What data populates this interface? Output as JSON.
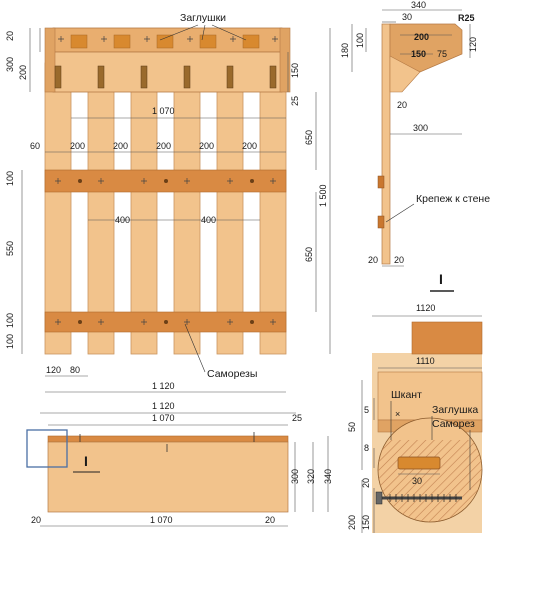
{
  "colors": {
    "wood": "#F2C38C",
    "wood_dark": "#E7A868",
    "rail": "#D98A43",
    "rail_dark": "#C9772F",
    "edge": "#B57A45",
    "section_bg": "#F3D2A6",
    "plug": "#D8892F",
    "highlight": "#4A6FA5",
    "line": "#555555"
  },
  "front": {
    "plugs_label": "Заглушки",
    "screws_label": "Саморезы",
    "dims": {
      "top_20": "20",
      "h_300": "300",
      "h_200": "200",
      "h_150": "150",
      "h_25": "25",
      "w_1070": "1 070",
      "left_60": "60",
      "gap_200_a": "200",
      "gap_200_b": "200",
      "gap_200_c": "200",
      "gap_200_d": "200",
      "gap_200_e": "200",
      "h_100_top": "100",
      "h_550": "550",
      "h_100_low": "100",
      "h_100_bot": "100",
      "w_400_a": "400",
      "w_400_b": "400",
      "h_650_top": "650",
      "h_650_low": "650",
      "h_1500": "1 500",
      "w_120": "120",
      "w_80": "80",
      "w_1120": "1 120"
    }
  },
  "side": {
    "fastener_label": "Крепеж к стене",
    "dims": {
      "w_340": "340",
      "w_30": "30",
      "r25": "R25",
      "h_180": "180",
      "h_100": "100",
      "w_200": "200",
      "w_150": "150",
      "w_75": "75",
      "h_120": "120",
      "h_20": "20",
      "w_300": "300",
      "b_20_a": "20",
      "b_20_b": "20"
    }
  },
  "section_marker": "I",
  "top_view": {
    "marker": "I",
    "dims": {
      "w_1120": "1 120",
      "w_1070": "1 070",
      "w_25": "25",
      "h_300": "300",
      "h_320": "320",
      "h_340": "340",
      "b_20_left": "20",
      "b_1070": "1 070",
      "b_20_right": "20"
    }
  },
  "detail": {
    "labels": {
      "dowel": "Шкант",
      "plug": "Заглушка",
      "screw": "Саморез"
    },
    "dims": {
      "w_1120": "1120",
      "w_1110": "1110",
      "h_50": "50",
      "h_5": "5",
      "h_8": "8",
      "w_30": "30",
      "h_20": "20",
      "h_200": "200",
      "h_150": "150"
    }
  }
}
